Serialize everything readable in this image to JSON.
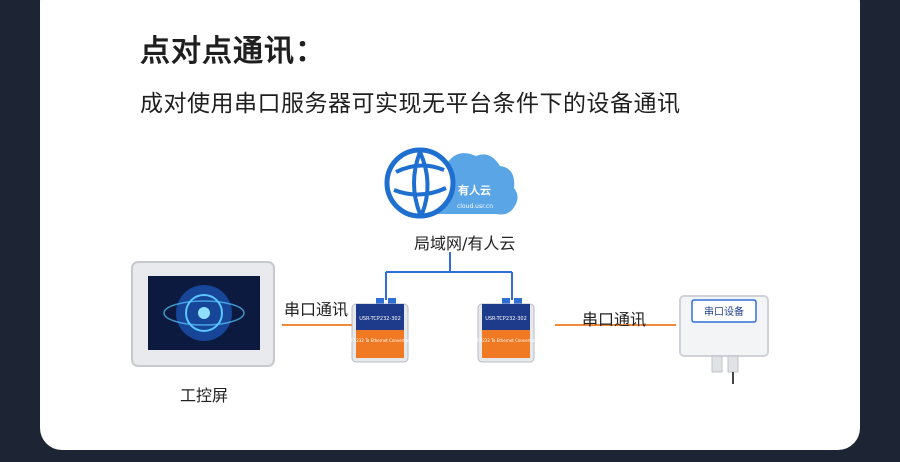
{
  "header": {
    "title": "点对点通讯：",
    "subtitle": "成对使用串口服务器可实现无平台条件下的设备通讯"
  },
  "diagram": {
    "cloud_label": "局域网/有人云",
    "cloud_logo_text": "有人云",
    "cloud_logo_url": "cloud.usr.cn",
    "left_link_label": "串口通讯",
    "right_link_label": "串口通讯",
    "touchscreen_label": "工控屏",
    "device_label": "串口设备",
    "server_model": "USR-TCP232-302",
    "server_caption": "RS232 To Ethernet Converter"
  },
  "colors": {
    "background": "#1d2433",
    "network_line": "#2f6fd6",
    "serial_line": "#f08a3a",
    "server_top": "#1e3a8a",
    "server_bottom": "#f07a24"
  }
}
